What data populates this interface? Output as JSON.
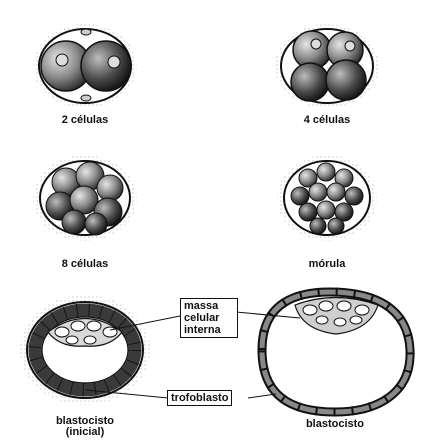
{
  "stages": {
    "two_cells": "2 células",
    "four_cells": "4 células",
    "eight_cells": "8 células",
    "morula": "mórula",
    "blastocyst_early_line1": "blastocisto",
    "blastocyst_early_line2": "(inicial)",
    "blastocyst": "blastocisto"
  },
  "callouts": {
    "inner_cell_mass": [
      "massa",
      "celular",
      "interna"
    ],
    "trophoblast": "trofoblasto"
  },
  "colors": {
    "outline": "#111111",
    "cell_dark": "#3a3a3a",
    "cell_mid": "#8a8a8a",
    "cell_light": "#d9d9d9",
    "background": "#ffffff"
  }
}
